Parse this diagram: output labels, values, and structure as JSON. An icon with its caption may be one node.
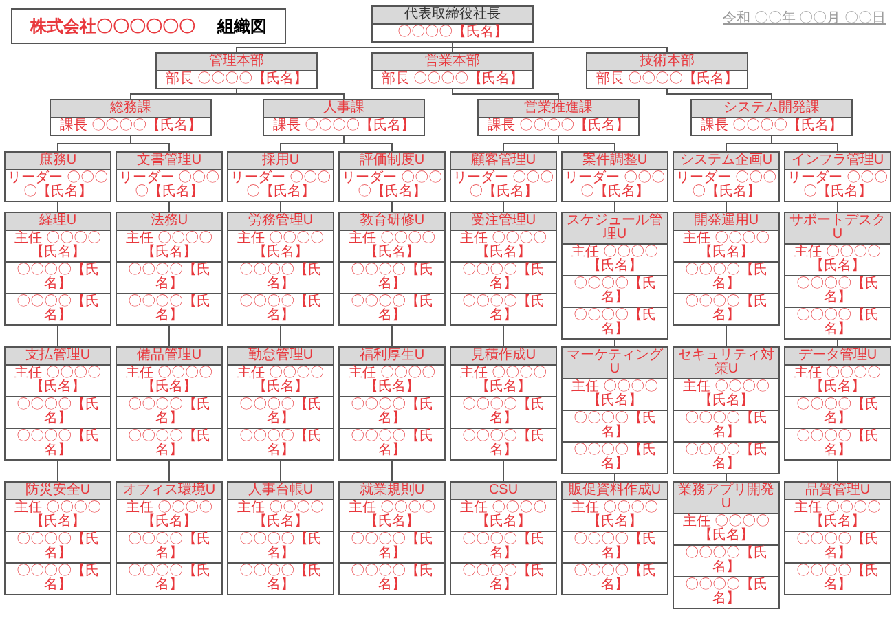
{
  "diagram": {
    "nodes": [
      {
        "text": [
          "株式会社〇〇〇〇〇〇",
          "組織図"
        ]
      },
      {
        "text": [
          "代表取締役社長",
          "〇〇〇〇【氏名】"
        ]
      },
      {
        "text": [
          "管理本部",
          "部長 〇〇〇〇【氏名】"
        ]
      },
      {
        "text": [
          "営業本部",
          "部長 〇〇〇〇【氏名】"
        ]
      },
      {
        "text": [
          "技術本部",
          "部長 〇〇〇〇【氏名】"
        ]
      },
      {
        "text": [
          "総務課",
          "課長 〇〇〇〇【氏名】"
        ]
      },
      {
        "text": [
          "人事課",
          "課長 〇〇〇〇【氏名】"
        ]
      },
      {
        "text": [
          "営業推進課",
          "課長 〇〇〇〇【氏名】"
        ]
      },
      {
        "text": [
          "システム開発課",
          "課長 〇〇〇〇【氏名】"
        ]
      },
      {
        "text": [
          "庶務U",
          "リーダー 〇〇〇〇【氏名】"
        ]
      },
      {
        "text": [
          "文書管理U",
          "リーダー 〇〇〇〇【氏名】"
        ]
      },
      {
        "text": [
          "採用U",
          "リーダー 〇〇〇〇【氏名】"
        ]
      },
      {
        "text": [
          "評価制度U",
          "リーダー 〇〇〇〇【氏名】"
        ]
      },
      {
        "text": [
          "顧客管理U",
          "リーダー 〇〇〇〇【氏名】"
        ]
      },
      {
        "text": [
          "案件調整U",
          "リーダー 〇〇〇〇【氏名】"
        ]
      },
      {
        "text": [
          "システム企画U",
          "リーダー 〇〇〇〇【氏名】"
        ]
      },
      {
        "text": [
          "インフラ管理U",
          "リーダー 〇〇〇〇【氏名】"
        ]
      },
      {
        "text": [
          "経理U",
          "主任 〇〇〇〇【氏名】",
          "〇〇〇〇【氏名】",
          "〇〇〇〇【氏名】"
        ]
      },
      {
        "text": [
          "法務U",
          "主任 〇〇〇〇【氏名】",
          "〇〇〇〇【氏名】",
          "〇〇〇〇【氏名】"
        ]
      },
      {
        "text": [
          "労務管理U",
          "主任 〇〇〇〇【氏名】",
          "〇〇〇〇【氏名】",
          "〇〇〇〇【氏名】"
        ]
      },
      {
        "text": [
          "教育研修U",
          "主任 〇〇〇〇【氏名】",
          "〇〇〇〇【氏名】",
          "〇〇〇〇【氏名】"
        ]
      },
      {
        "text": [
          "受注管理U",
          "主任 〇〇〇〇【氏名】",
          "〇〇〇〇【氏名】",
          "〇〇〇〇【氏名】"
        ]
      },
      {
        "text": [
          "スケジュール管理U",
          "主任 〇〇〇〇【氏名】",
          "〇〇〇〇【氏名】",
          "〇〇〇〇【氏名】"
        ]
      },
      {
        "text": [
          "開発運用U",
          "主任 〇〇〇〇【氏名】",
          "〇〇〇〇【氏名】",
          "〇〇〇〇【氏名】"
        ]
      },
      {
        "text": [
          "サポートデスクU",
          "主任 〇〇〇〇【氏名】",
          "〇〇〇〇【氏名】",
          "〇〇〇〇【氏名】"
        ]
      },
      {
        "text": [
          "支払管理U",
          "主任 〇〇〇〇【氏名】",
          "〇〇〇〇【氏名】",
          "〇〇〇〇【氏名】"
        ]
      },
      {
        "text": [
          "備品管理U",
          "主任 〇〇〇〇【氏名】",
          "〇〇〇〇【氏名】",
          "〇〇〇〇【氏名】"
        ]
      },
      {
        "text": [
          "勤怠管理U",
          "主任 〇〇〇〇【氏名】",
          "〇〇〇〇【氏名】",
          "〇〇〇〇【氏名】"
        ]
      },
      {
        "text": [
          "福利厚生U",
          "主任 〇〇〇〇【氏名】",
          "〇〇〇〇【氏名】",
          "〇〇〇〇【氏名】"
        ]
      },
      {
        "text": [
          "見積作成U",
          "主任 〇〇〇〇【氏名】",
          "〇〇〇〇【氏名】",
          "〇〇〇〇【氏名】"
        ]
      },
      {
        "text": [
          "マーケティングU",
          "主任 〇〇〇〇【氏名】",
          "〇〇〇〇【氏名】",
          "〇〇〇〇【氏名】"
        ]
      },
      {
        "text": [
          "セキュリティ対策U",
          "主任 〇〇〇〇【氏名】",
          "〇〇〇〇【氏名】",
          "〇〇〇〇【氏名】"
        ]
      },
      {
        "text": [
          "データ管理U",
          "主任 〇〇〇〇【氏名】",
          "〇〇〇〇【氏名】",
          "〇〇〇〇【氏名】"
        ]
      },
      {
        "text": [
          "防災安全U",
          "主任 〇〇〇〇【氏名】",
          "〇〇〇〇【氏名】",
          "〇〇〇〇【氏名】"
        ]
      },
      {
        "text": [
          "オフィス環境U",
          "主任 〇〇〇〇【氏名】",
          "〇〇〇〇【氏名】",
          "〇〇〇〇【氏名】"
        ]
      },
      {
        "text": [
          "人事台帳U",
          "主任 〇〇〇〇【氏名】",
          "〇〇〇〇【氏名】",
          "〇〇〇〇【氏名】"
        ]
      },
      {
        "text": [
          "就業規則U",
          "主任 〇〇〇〇【氏名】",
          "〇〇〇〇【氏名】",
          "〇〇〇〇【氏名】"
        ]
      },
      {
        "text": [
          "CSU",
          "主任 〇〇〇〇【氏名】",
          "〇〇〇〇【氏名】",
          "〇〇〇〇【氏名】"
        ]
      },
      {
        "text": [
          "販促資料作成U",
          "主任 〇〇〇〇【氏名】",
          "〇〇〇〇【氏名】",
          "〇〇〇〇【氏名】"
        ]
      },
      {
        "text": [
          "業務アプリ開発U",
          "主任 〇〇〇〇【氏名】",
          "〇〇〇〇【氏名】",
          "〇〇〇〇【氏名】"
        ]
      },
      {
        "text": [
          "品質管理U",
          "主任 〇〇〇〇【氏名】",
          "〇〇〇〇【氏名】",
          "〇〇〇〇【氏名】"
        ]
      }
    ],
    "edges": [
      {
        "from": 1,
        "to": 2,
        "arrow": "none"
      },
      {
        "from": 1,
        "to": 3,
        "arrow": "none"
      },
      {
        "from": 1,
        "to": 4,
        "arrow": "none"
      },
      {
        "from": 2,
        "to": 5,
        "arrow": "none"
      },
      {
        "from": 2,
        "to": 6,
        "arrow": "none"
      },
      {
        "from": 3,
        "to": 7,
        "arrow": "none"
      },
      {
        "from": 4,
        "to": 8,
        "arrow": "none"
      },
      {
        "from": 5,
        "to": 9,
        "arrow": "none"
      },
      {
        "from": 5,
        "to": 10,
        "arrow": "none"
      },
      {
        "from": 6,
        "to": 11,
        "arrow": "none"
      },
      {
        "from": 6,
        "to": 12,
        "arrow": "none"
      },
      {
        "from": 7,
        "to": 13,
        "arrow": "none"
      },
      {
        "from": 7,
        "to": 14,
        "arrow": "none"
      },
      {
        "from": 8,
        "to": 15,
        "arrow": "none"
      },
      {
        "from": 8,
        "to": 16,
        "arrow": "none"
      },
      {
        "from": 9,
        "to": 17,
        "arrow": "none"
      },
      {
        "from": 10,
        "to": 18,
        "arrow": "none"
      },
      {
        "from": 11,
        "to": 19,
        "arrow": "none"
      },
      {
        "from": 12,
        "to": 20,
        "arrow": "none"
      },
      {
        "from": 13,
        "to": 21,
        "arrow": "none"
      },
      {
        "from": 14,
        "to": 22,
        "arrow": "none"
      },
      {
        "from": 15,
        "to": 23,
        "arrow": "none"
      },
      {
        "from": 16,
        "to": 24,
        "arrow": "none"
      },
      {
        "from": 17,
        "to": 25,
        "arrow": "none"
      },
      {
        "from": 18,
        "to": 26,
        "arrow": "none"
      },
      {
        "from": 19,
        "to": 27,
        "arrow": "none"
      },
      {
        "from": 20,
        "to": 28,
        "arrow": "none"
      },
      {
        "from": 21,
        "to": 29,
        "arrow": "none"
      },
      {
        "from": 22,
        "to": 30,
        "arrow": "none"
      },
      {
        "from": 23,
        "to": 31,
        "arrow": "none"
      },
      {
        "from": 24,
        "to": 32,
        "arrow": "none"
      },
      {
        "from": 25,
        "to": 33,
        "arrow": "none"
      },
      {
        "from": 26,
        "to": 34,
        "arrow": "none"
      },
      {
        "from": 27,
        "to": 35,
        "arrow": "none"
      },
      {
        "from": 28,
        "to": 36,
        "arrow": "none"
      },
      {
        "from": 29,
        "to": 37,
        "arrow": "none"
      },
      {
        "from": 30,
        "to": 38,
        "arrow": "none"
      },
      {
        "from": 31,
        "to": 39,
        "arrow": "none"
      },
      {
        "from": 32,
        "to": 40,
        "arrow": "none"
      }
    ],
    "labels": [
      "令和 〇〇年 〇〇月 〇〇日"
    ]
  }
}
